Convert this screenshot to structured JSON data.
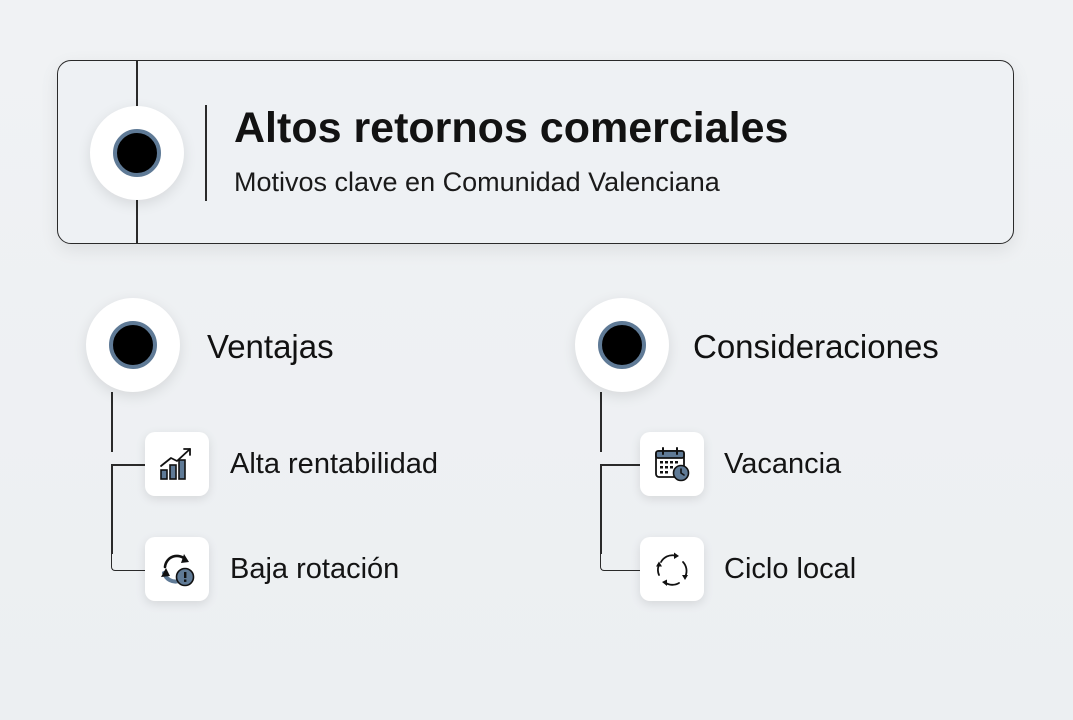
{
  "header": {
    "title": "Altos retornos comerciales",
    "subtitle": "Motivos clave en Comunidad Valenciana"
  },
  "sections": [
    {
      "label": "Ventajas",
      "items": [
        {
          "label": "Alta rentabilidad",
          "icon": "growth-chart-icon"
        },
        {
          "label": "Baja rotación",
          "icon": "rotation-alert-icon"
        }
      ]
    },
    {
      "label": "Consideraciones",
      "items": [
        {
          "label": "Vacancia",
          "icon": "calendar-clock-icon"
        },
        {
          "label": "Ciclo local",
          "icon": "cycle-arrows-icon"
        }
      ]
    }
  ],
  "colors": {
    "node_ring": "#5f7a96",
    "icon_fill": "#5f7a96",
    "line": "#2a2a2a"
  }
}
